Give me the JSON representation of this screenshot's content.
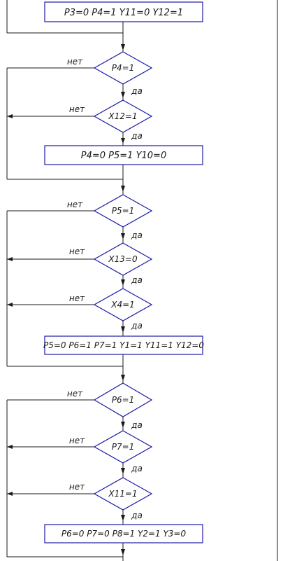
{
  "flowchart": {
    "colors": {
      "shape_stroke": "#1a1aa8",
      "line": "#1a1a1a",
      "text": "#1a1a1a"
    },
    "labels": {
      "yes": "да",
      "no": "нет"
    },
    "box1": "P3=0 P4=1 Y11=0 Y12=1",
    "d1": "P4=1",
    "d2": "X12=1",
    "box2": "P4=0 P5=1 Y10=0",
    "d3": "P5=1",
    "d4": "X13=0",
    "d5": "X4=1",
    "box3": "P5=0 P6=1 P7=1 Y1=1 Y11=1 Y12=0",
    "d6": "P6=1",
    "d7": "P7=1",
    "d8": "X11=1",
    "box4": "P6=0 P7=0 P8=1 Y2=1 Y3=0"
  }
}
